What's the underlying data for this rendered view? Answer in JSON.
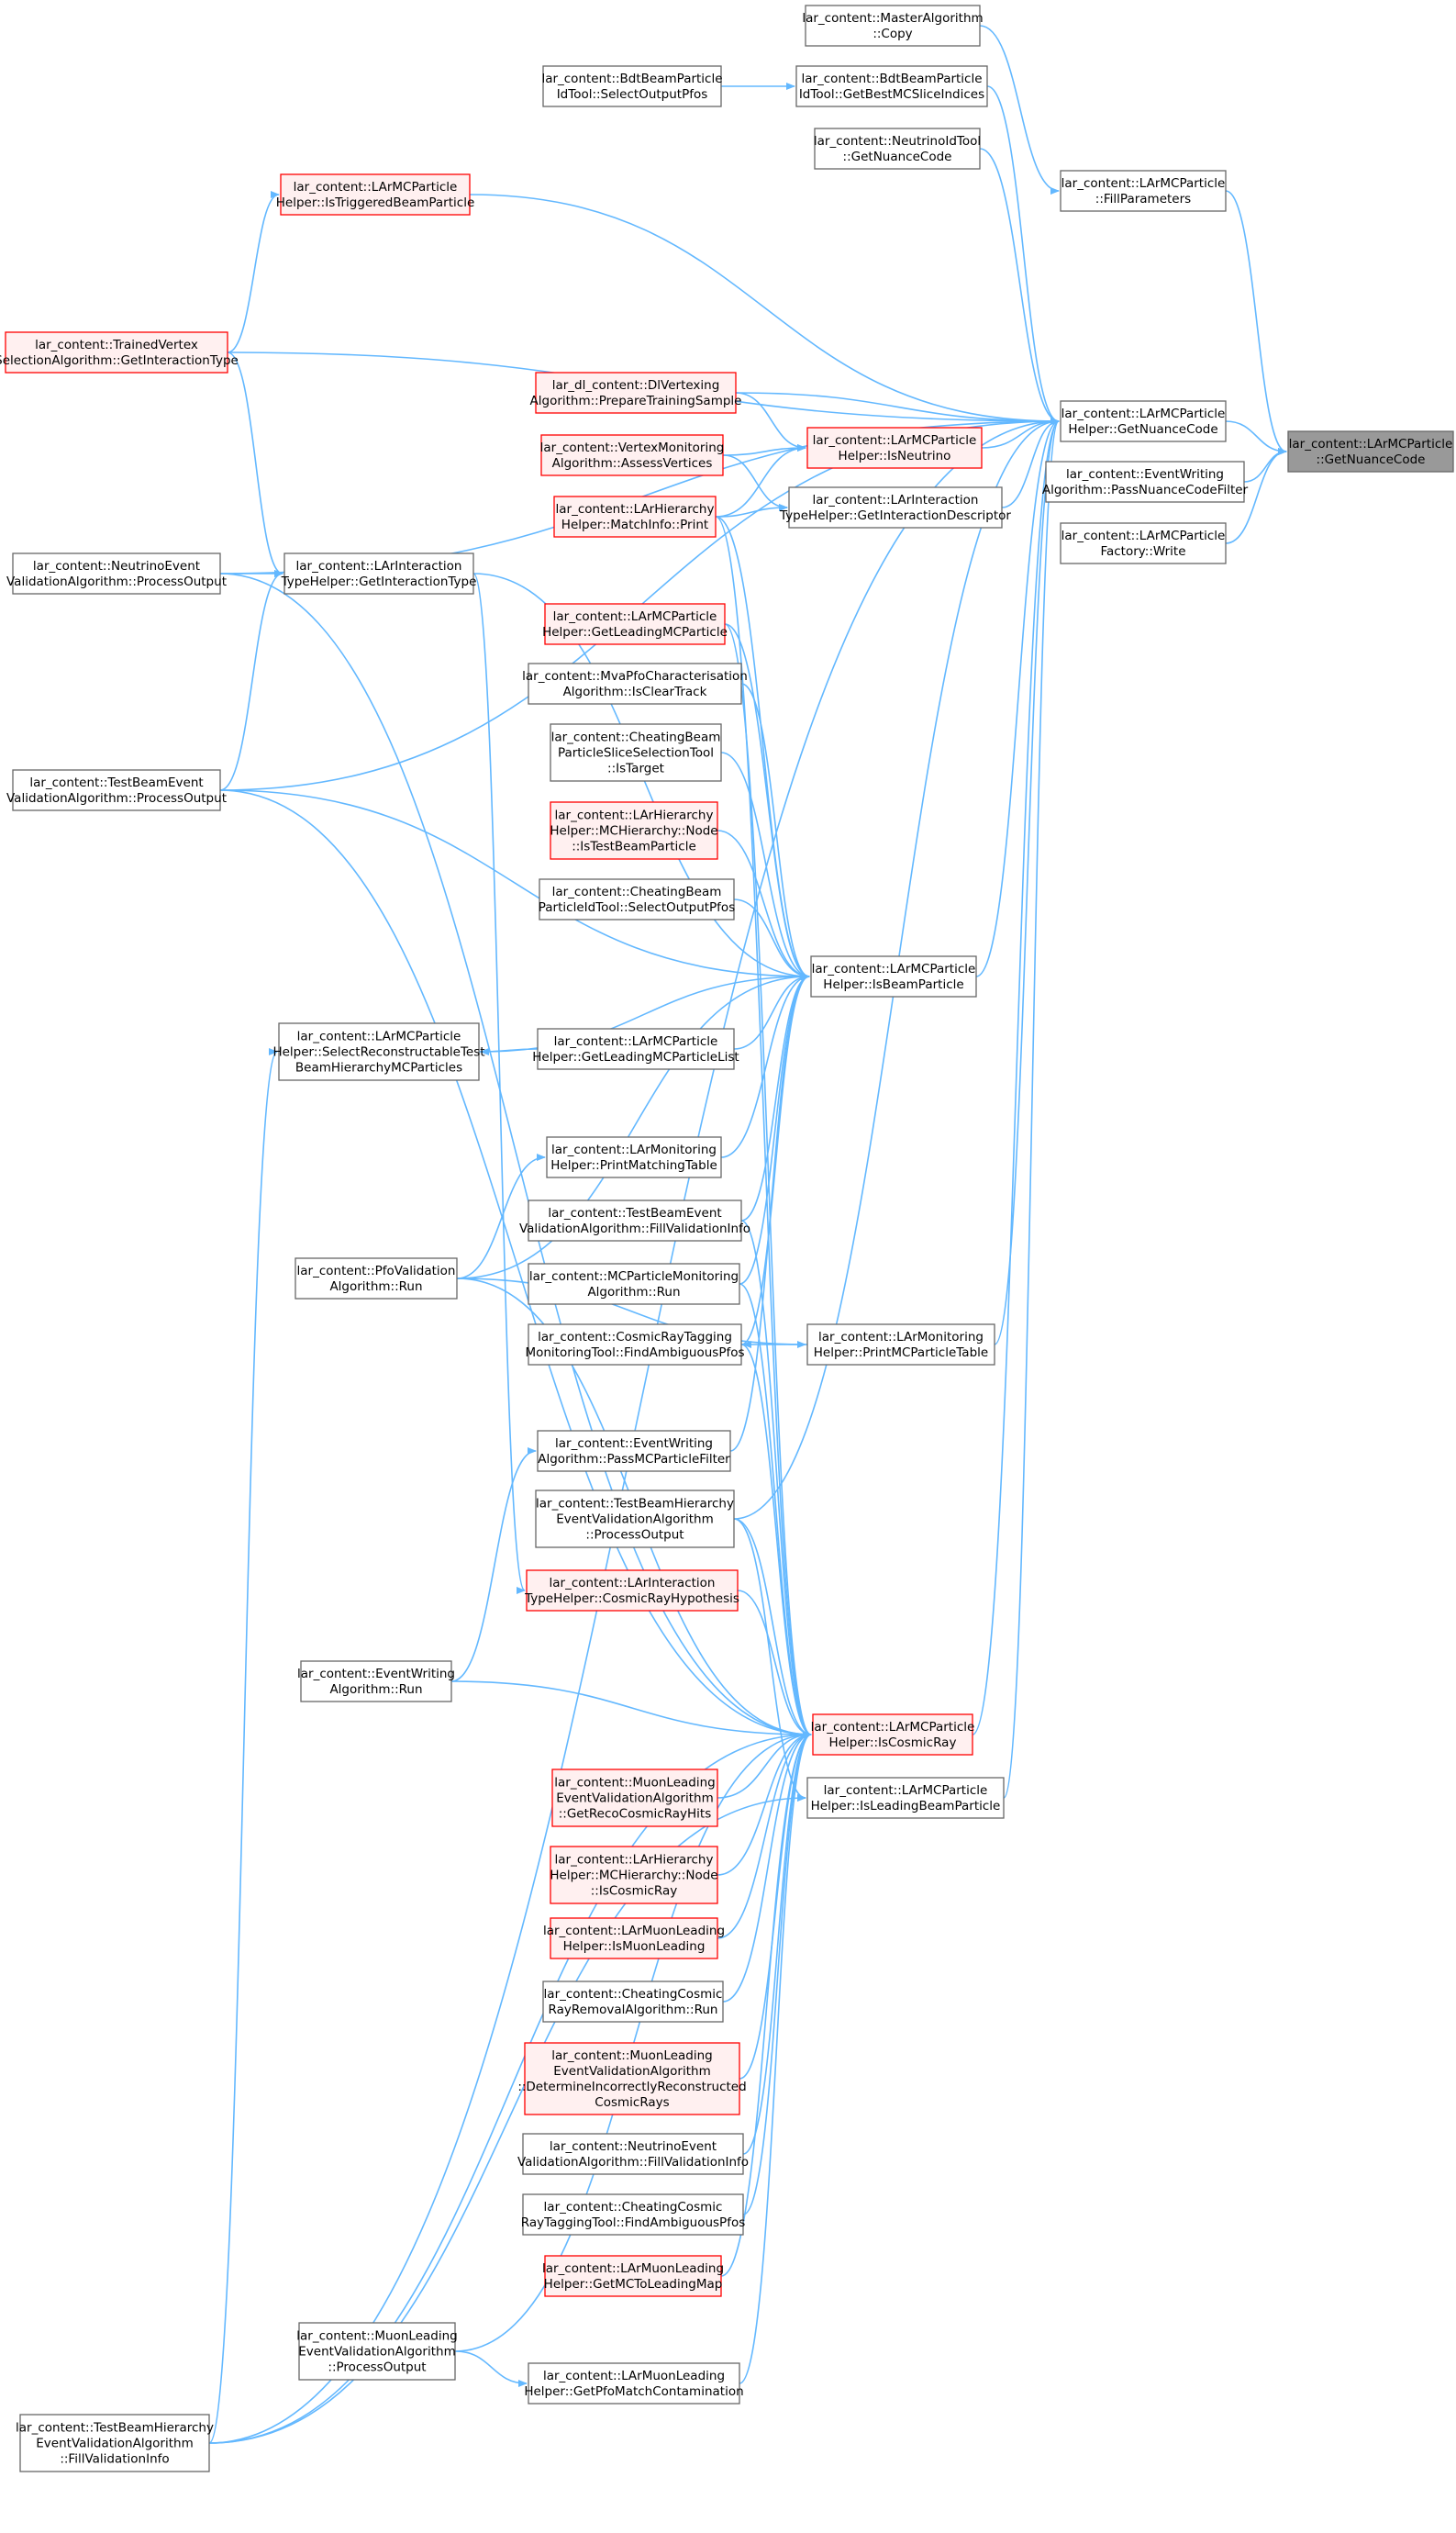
{
  "colors": {
    "edge": "#63b8ff",
    "border_normal": "#666666",
    "border_truncated": "#ff0000",
    "fill_normal": "#ffffff",
    "fill_truncated": "#fff0f0",
    "fill_focus": "#999999",
    "text": "#000000"
  },
  "nodes": [
    {
      "id": "focus",
      "lines": [
        "lar_content::LArMCParticle",
        "::GetNuanceCode"
      ],
      "style": "focus"
    },
    {
      "id": "getNuance",
      "lines": [
        "lar_content::LArMCParticle",
        "Helper::GetNuanceCode"
      ],
      "style": "normal"
    },
    {
      "id": "passNuance",
      "lines": [
        "lar_content::EventWriting",
        "Algorithm::PassNuanceCodeFilter"
      ],
      "style": "normal"
    },
    {
      "id": "factoryWrite",
      "lines": [
        "lar_content::LArMCParticle",
        "Factory::Write"
      ],
      "style": "normal"
    },
    {
      "id": "fillParams",
      "lines": [
        "lar_content::LArMCParticle",
        "::FillParameters"
      ],
      "style": "normal"
    },
    {
      "id": "masterCopy",
      "lines": [
        "lar_content::MasterAlgorithm",
        "::Copy"
      ],
      "style": "normal"
    },
    {
      "id": "bdtBest",
      "lines": [
        "lar_content::BdtBeamParticle",
        "IdTool::GetBestMCSliceIndices"
      ],
      "style": "normal"
    },
    {
      "id": "bdtSelect",
      "lines": [
        "lar_content::BdtBeamParticle",
        "IdTool::SelectOutputPfos"
      ],
      "style": "normal"
    },
    {
      "id": "nuIdTool",
      "lines": [
        "lar_content::NeutrinoIdTool",
        "::GetNuanceCode"
      ],
      "style": "normal"
    },
    {
      "id": "isTriggered",
      "lines": [
        "lar_content::LArMCParticle",
        "Helper::IsTriggeredBeamParticle"
      ],
      "style": "truncated"
    },
    {
      "id": "trainedVertex",
      "lines": [
        "lar_content::TrainedVertex",
        "SelectionAlgorithm::GetInteractionType"
      ],
      "style": "truncated"
    },
    {
      "id": "dlPrepare",
      "lines": [
        "lar_dl_content::DlVertexing",
        "Algorithm::PrepareTrainingSample"
      ],
      "style": "truncated"
    },
    {
      "id": "isNeutrino",
      "lines": [
        "lar_content::LArMCParticle",
        "Helper::IsNeutrino"
      ],
      "style": "truncated"
    },
    {
      "id": "vertexMon",
      "lines": [
        "lar_content::VertexMonitoring",
        "Algorithm::AssessVertices"
      ],
      "style": "truncated"
    },
    {
      "id": "matchInfoPrint",
      "lines": [
        "lar_content::LArHierarchy",
        "Helper::MatchInfo::Print"
      ],
      "style": "truncated"
    },
    {
      "id": "getInterDesc",
      "lines": [
        "lar_content::LArInteraction",
        "TypeHelper::GetInteractionDescriptor"
      ],
      "style": "normal"
    },
    {
      "id": "nuEventProc",
      "lines": [
        "lar_content::NeutrinoEvent",
        "ValidationAlgorithm::ProcessOutput"
      ],
      "style": "normal"
    },
    {
      "id": "getInterType",
      "lines": [
        "lar_content::LArInteraction",
        "TypeHelper::GetInteractionType"
      ],
      "style": "normal"
    },
    {
      "id": "getLeadingMC",
      "lines": [
        "lar_content::LArMCParticle",
        "Helper::GetLeadingMCParticle"
      ],
      "style": "truncated"
    },
    {
      "id": "mvaPfo",
      "lines": [
        "lar_content::MvaPfoCharacterisation",
        "Algorithm::IsClearTrack"
      ],
      "style": "normal"
    },
    {
      "id": "cheatSlice",
      "lines": [
        "lar_content::CheatingBeam",
        "ParticleSliceSelectionTool",
        "::IsTarget"
      ],
      "style": "normal"
    },
    {
      "id": "tbEventProc",
      "lines": [
        "lar_content::TestBeamEvent",
        "ValidationAlgorithm::ProcessOutput"
      ],
      "style": "normal"
    },
    {
      "id": "mcHierNodeTB",
      "lines": [
        "lar_content::LArHierarchy",
        "Helper::MCHierarchy::Node",
        "::IsTestBeamParticle"
      ],
      "style": "truncated"
    },
    {
      "id": "cheatBeamId",
      "lines": [
        "lar_content::CheatingBeam",
        "ParticleIdTool::SelectOutputPfos"
      ],
      "style": "normal"
    },
    {
      "id": "isBeam",
      "lines": [
        "lar_content::LArMCParticle",
        "Helper::IsBeamParticle"
      ],
      "style": "normal"
    },
    {
      "id": "selectRecon",
      "lines": [
        "lar_content::LArMCParticle",
        "Helper::SelectReconstructableTest",
        "BeamHierarchyMCParticles"
      ],
      "style": "normal"
    },
    {
      "id": "getLeadingList",
      "lines": [
        "lar_content::LArMCParticle",
        "Helper::GetLeadingMCParticleList"
      ],
      "style": "normal"
    },
    {
      "id": "printMatching",
      "lines": [
        "lar_content::LArMonitoring",
        "Helper::PrintMatchingTable"
      ],
      "style": "normal"
    },
    {
      "id": "tbFillVal",
      "lines": [
        "lar_content::TestBeamEvent",
        "ValidationAlgorithm::FillValidationInfo"
      ],
      "style": "normal"
    },
    {
      "id": "pfoValRun",
      "lines": [
        "lar_content::PfoValidation",
        "Algorithm::Run"
      ],
      "style": "normal"
    },
    {
      "id": "mcPartMonRun",
      "lines": [
        "lar_content::MCParticleMonitoring",
        "Algorithm::Run"
      ],
      "style": "normal"
    },
    {
      "id": "crTagMon",
      "lines": [
        "lar_content::CosmicRayTagging",
        "MonitoringTool::FindAmbiguousPfos"
      ],
      "style": "normal"
    },
    {
      "id": "printMCTable",
      "lines": [
        "lar_content::LArMonitoring",
        "Helper::PrintMCParticleTable"
      ],
      "style": "normal"
    },
    {
      "id": "passMCFilter",
      "lines": [
        "lar_content::EventWriting",
        "Algorithm::PassMCParticleFilter"
      ],
      "style": "normal"
    },
    {
      "id": "tbHierProc",
      "lines": [
        "lar_content::TestBeamHierarchy",
        "EventValidationAlgorithm",
        "::ProcessOutput"
      ],
      "style": "normal"
    },
    {
      "id": "crHypo",
      "lines": [
        "lar_content::LArInteraction",
        "TypeHelper::CosmicRayHypothesis"
      ],
      "style": "truncated"
    },
    {
      "id": "ewRun",
      "lines": [
        "lar_content::EventWriting",
        "Algorithm::Run"
      ],
      "style": "normal"
    },
    {
      "id": "isCosmic",
      "lines": [
        "lar_content::LArMCParticle",
        "Helper::IsCosmicRay"
      ],
      "style": "truncated"
    },
    {
      "id": "isLeadingBeam",
      "lines": [
        "lar_content::LArMCParticle",
        "Helper::IsLeadingBeamParticle"
      ],
      "style": "normal"
    },
    {
      "id": "muonGetReco",
      "lines": [
        "lar_content::MuonLeading",
        "EventValidationAlgorithm",
        "::GetRecoCosmicRayHits"
      ],
      "style": "truncated"
    },
    {
      "id": "mcHierNodeCR",
      "lines": [
        "lar_content::LArHierarchy",
        "Helper::MCHierarchy::Node",
        "::IsCosmicRay"
      ],
      "style": "truncated"
    },
    {
      "id": "isMuonLeading",
      "lines": [
        "lar_content::LArMuonLeading",
        "Helper::IsMuonLeading"
      ],
      "style": "truncated"
    },
    {
      "id": "cheatCRRemoval",
      "lines": [
        "lar_content::CheatingCosmic",
        "RayRemovalAlgorithm::Run"
      ],
      "style": "normal"
    },
    {
      "id": "muonDetermine",
      "lines": [
        "lar_content::MuonLeading",
        "EventValidationAlgorithm",
        "::DetermineIncorrectlyReconstructed",
        "CosmicRays"
      ],
      "style": "truncated"
    },
    {
      "id": "nuFillVal",
      "lines": [
        "lar_content::NeutrinoEvent",
        "ValidationAlgorithm::FillValidationInfo"
      ],
      "style": "normal"
    },
    {
      "id": "cheatCRTag",
      "lines": [
        "lar_content::CheatingCosmic",
        "RayTaggingTool::FindAmbiguousPfos"
      ],
      "style": "normal"
    },
    {
      "id": "getMCToLead",
      "lines": [
        "lar_content::LArMuonLeading",
        "Helper::GetMCToLeadingMap"
      ],
      "style": "truncated"
    },
    {
      "id": "muonProc",
      "lines": [
        "lar_content::MuonLeading",
        "EventValidationAlgorithm",
        "::ProcessOutput"
      ],
      "style": "normal"
    },
    {
      "id": "getPfoContam",
      "lines": [
        "lar_content::LArMuonLeading",
        "Helper::GetPfoMatchContamination"
      ],
      "style": "normal"
    },
    {
      "id": "tbHierFill",
      "lines": [
        "lar_content::TestBeamHierarchy",
        "EventValidationAlgorithm",
        "::FillValidationInfo"
      ],
      "style": "normal"
    }
  ]
}
